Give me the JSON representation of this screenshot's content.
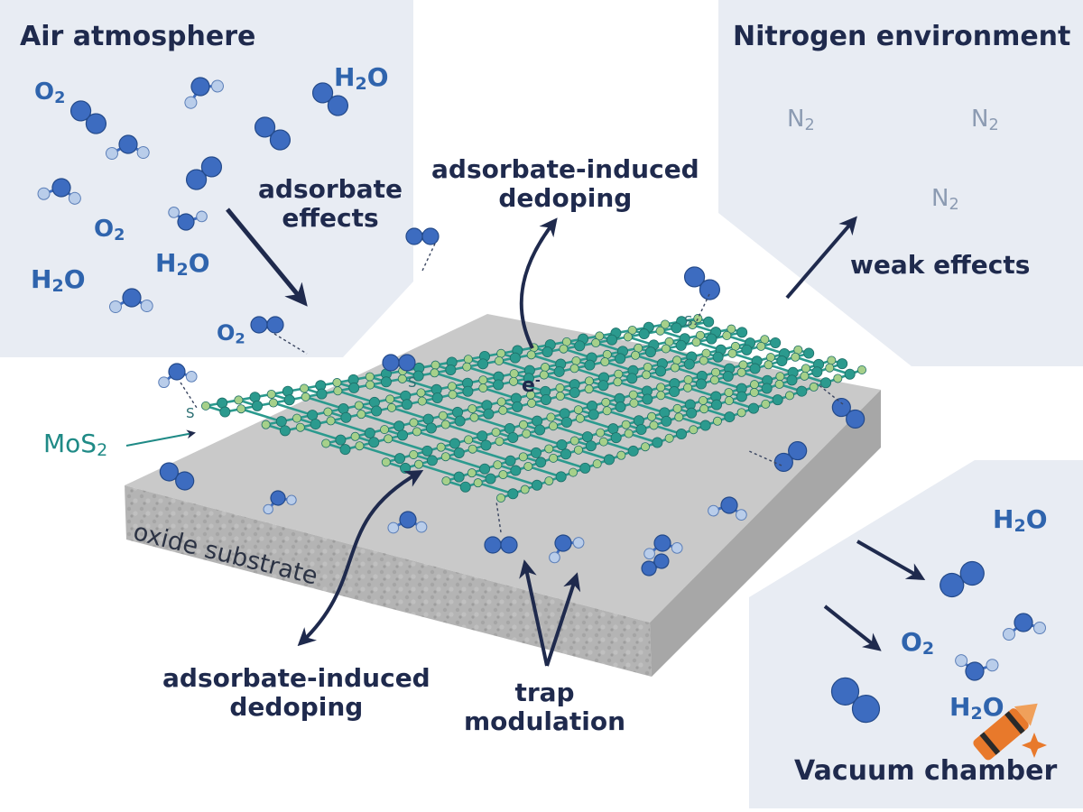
{
  "panels": {
    "air": {
      "title": "Air atmosphere"
    },
    "nitrogen": {
      "title": "Nitrogen environment"
    },
    "vacuum": {
      "title": "Vacuum chamber"
    }
  },
  "molecules": {
    "o2": "O",
    "h2o_h": "H",
    "h2o_o": "O",
    "n2": "N",
    "subscript_2": "2"
  },
  "labels": {
    "adsorbate_effects": "adsorbate\neffects",
    "dedoping_top": "adsorbate-induced\ndedoping",
    "weak_effects": "weak effects",
    "mos2_prefix": "MoS",
    "mos2_sub": "2",
    "oxide_substrate": "oxide substrate",
    "dedoping_bottom": "adsorbate-induced\ndedoping",
    "trap_modulation": "trap\nmodulation",
    "electron": "e",
    "electron_sup": "-",
    "sulfur": "S"
  },
  "colors": {
    "panel_bg": "#e8ecf3",
    "molecule_blue": "#3d6cc0",
    "molecule_light": "#b9cdea",
    "lattice_teal": "#2b9a8e",
    "lattice_light": "#a6d08a",
    "substrate_top": "#c8c8c8",
    "substrate_side": "#a9a9a9",
    "arrow_dark": "#1f2a4d",
    "mos2_teal": "#1f8a86"
  }
}
